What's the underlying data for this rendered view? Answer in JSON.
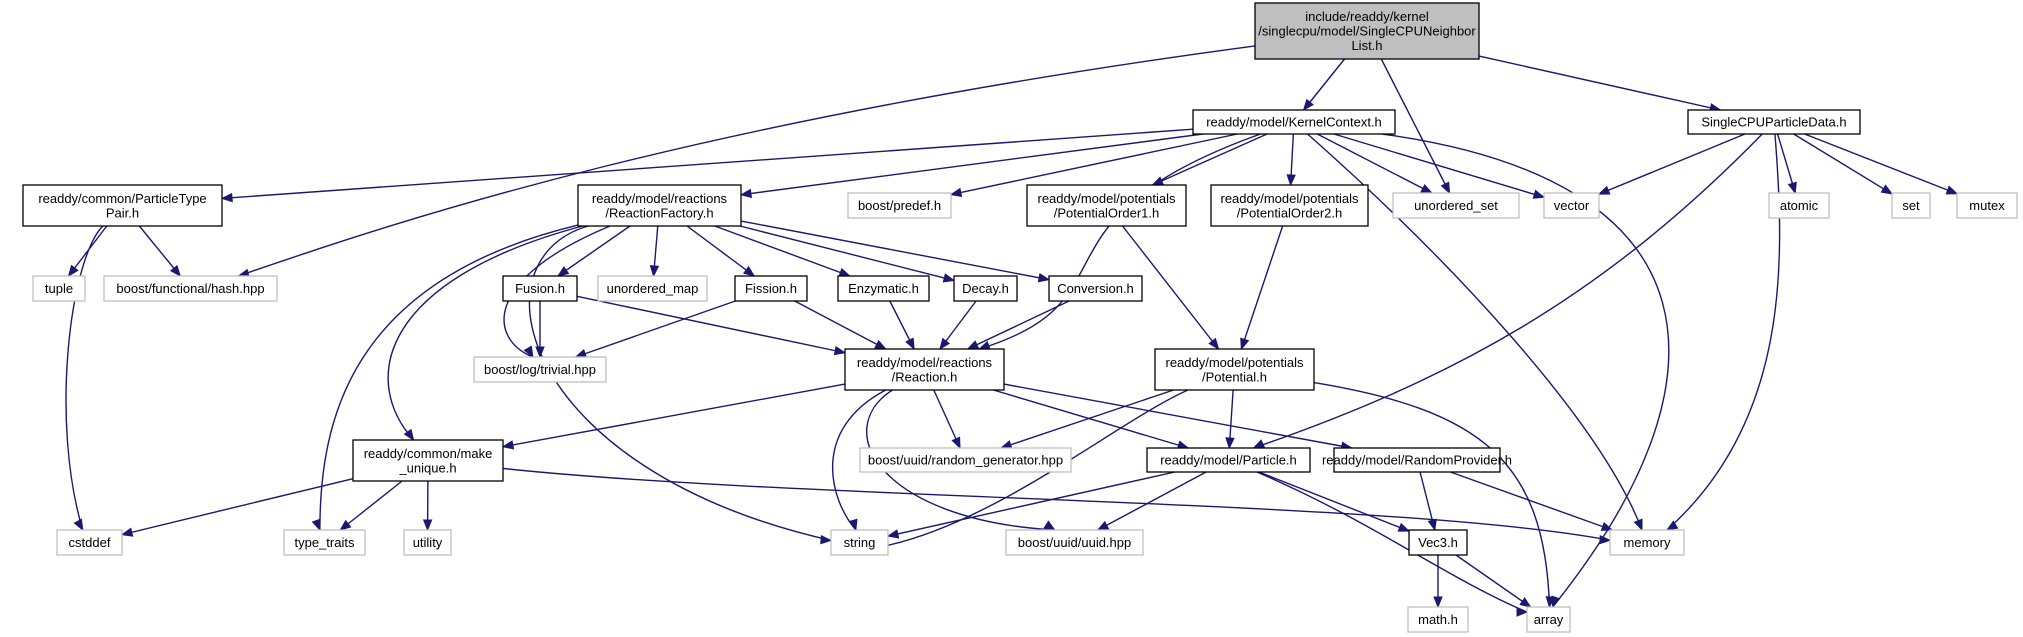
{
  "diagram": {
    "nodes": {
      "root": {
        "lines": [
          "include/readdy/kernel",
          "/singlecpu/model/SingleCPUNeighbor",
          "List.h"
        ],
        "kind": "main"
      },
      "kctx": {
        "lines": [
          "readdy/model/KernelContext.h"
        ],
        "kind": "doc"
      },
      "spd": {
        "lines": [
          "SingleCPUParticleData.h"
        ],
        "kind": "doc"
      },
      "ptp": {
        "lines": [
          "readdy/common/ParticleType",
          "Pair.h"
        ],
        "kind": "doc"
      },
      "rf": {
        "lines": [
          "readdy/model/reactions",
          "/ReactionFactory.h"
        ],
        "kind": "doc"
      },
      "predef": {
        "lines": [
          "boost/predef.h"
        ],
        "kind": "ext"
      },
      "po1": {
        "lines": [
          "readdy/model/potentials",
          "/PotentialOrder1.h"
        ],
        "kind": "doc"
      },
      "po2": {
        "lines": [
          "readdy/model/potentials",
          "/PotentialOrder2.h"
        ],
        "kind": "doc"
      },
      "uset": {
        "lines": [
          "unordered_set"
        ],
        "kind": "ext"
      },
      "vector": {
        "lines": [
          "vector"
        ],
        "kind": "ext"
      },
      "atomic": {
        "lines": [
          "atomic"
        ],
        "kind": "ext"
      },
      "set": {
        "lines": [
          "set"
        ],
        "kind": "ext"
      },
      "mutex": {
        "lines": [
          "mutex"
        ],
        "kind": "ext"
      },
      "tuple": {
        "lines": [
          "tuple"
        ],
        "kind": "ext"
      },
      "fhash": {
        "lines": [
          "boost/functional/hash.hpp"
        ],
        "kind": "ext"
      },
      "fusion": {
        "lines": [
          "Fusion.h"
        ],
        "kind": "doc"
      },
      "umap": {
        "lines": [
          "unordered_map"
        ],
        "kind": "ext"
      },
      "fission": {
        "lines": [
          "Fission.h"
        ],
        "kind": "doc"
      },
      "enzymatic": {
        "lines": [
          "Enzymatic.h"
        ],
        "kind": "doc"
      },
      "decay": {
        "lines": [
          "Decay.h"
        ],
        "kind": "doc"
      },
      "conversion": {
        "lines": [
          "Conversion.h"
        ],
        "kind": "doc"
      },
      "logtrivial": {
        "lines": [
          "boost/log/trivial.hpp"
        ],
        "kind": "ext"
      },
      "reaction": {
        "lines": [
          "readdy/model/reactions",
          "/Reaction.h"
        ],
        "kind": "doc"
      },
      "potential": {
        "lines": [
          "readdy/model/potentials",
          "/Potential.h"
        ],
        "kind": "doc"
      },
      "makeunique": {
        "lines": [
          "readdy/common/make",
          "_unique.h"
        ],
        "kind": "doc"
      },
      "randgen": {
        "lines": [
          "boost/uuid/random_generator.hpp"
        ],
        "kind": "ext"
      },
      "particle": {
        "lines": [
          "readdy/model/Particle.h"
        ],
        "kind": "doc"
      },
      "randprov": {
        "lines": [
          "readdy/model/RandomProvider.h"
        ],
        "kind": "doc"
      },
      "cstddef": {
        "lines": [
          "cstddef"
        ],
        "kind": "ext"
      },
      "typetraits": {
        "lines": [
          "type_traits"
        ],
        "kind": "ext"
      },
      "utility": {
        "lines": [
          "utility"
        ],
        "kind": "ext"
      },
      "string": {
        "lines": [
          "string"
        ],
        "kind": "ext"
      },
      "uuid": {
        "lines": [
          "boost/uuid/uuid.hpp"
        ],
        "kind": "ext"
      },
      "memory": {
        "lines": [
          "memory"
        ],
        "kind": "ext"
      },
      "vec3": {
        "lines": [
          "Vec3.h"
        ],
        "kind": "doc"
      },
      "mathh": {
        "lines": [
          "math.h"
        ],
        "kind": "ext"
      },
      "array": {
        "lines": [
          "array"
        ],
        "kind": "ext"
      }
    },
    "edges": [
      [
        "root",
        "kctx"
      ],
      [
        "root",
        "spd"
      ],
      [
        "root",
        "fhash"
      ],
      [
        "root",
        "uset"
      ],
      [
        "kctx",
        "ptp"
      ],
      [
        "kctx",
        "rf"
      ],
      [
        "kctx",
        "predef"
      ],
      [
        "kctx",
        "po1"
      ],
      [
        "kctx",
        "po2"
      ],
      [
        "kctx",
        "uset"
      ],
      [
        "kctx",
        "vector"
      ],
      [
        "kctx",
        "memory"
      ],
      [
        "kctx",
        "array"
      ],
      [
        "kctx",
        "reaction"
      ],
      [
        "spd",
        "vector"
      ],
      [
        "spd",
        "atomic"
      ],
      [
        "spd",
        "set"
      ],
      [
        "spd",
        "mutex"
      ],
      [
        "spd",
        "particle"
      ],
      [
        "spd",
        "memory"
      ],
      [
        "ptp",
        "tuple"
      ],
      [
        "ptp",
        "fhash"
      ],
      [
        "ptp",
        "cstddef"
      ],
      [
        "rf",
        "fusion"
      ],
      [
        "rf",
        "umap"
      ],
      [
        "rf",
        "fission"
      ],
      [
        "rf",
        "enzymatic"
      ],
      [
        "rf",
        "decay"
      ],
      [
        "rf",
        "conversion"
      ],
      [
        "rf",
        "logtrivial"
      ],
      [
        "rf",
        "makeunique"
      ],
      [
        "rf",
        "typetraits"
      ],
      [
        "rf",
        "string"
      ],
      [
        "fusion",
        "logtrivial"
      ],
      [
        "fusion",
        "reaction"
      ],
      [
        "fission",
        "logtrivial"
      ],
      [
        "fission",
        "reaction"
      ],
      [
        "enzymatic",
        "reaction"
      ],
      [
        "decay",
        "reaction"
      ],
      [
        "conversion",
        "reaction"
      ],
      [
        "po1",
        "potential"
      ],
      [
        "po2",
        "potential"
      ],
      [
        "reaction",
        "makeunique"
      ],
      [
        "reaction",
        "randgen"
      ],
      [
        "reaction",
        "particle"
      ],
      [
        "reaction",
        "randprov"
      ],
      [
        "reaction",
        "string"
      ],
      [
        "reaction",
        "uuid"
      ],
      [
        "potential",
        "randgen"
      ],
      [
        "potential",
        "particle"
      ],
      [
        "potential",
        "string"
      ],
      [
        "potential",
        "array"
      ],
      [
        "makeunique",
        "cstddef"
      ],
      [
        "makeunique",
        "typetraits"
      ],
      [
        "makeunique",
        "utility"
      ],
      [
        "makeunique",
        "memory"
      ],
      [
        "particle",
        "string"
      ],
      [
        "particle",
        "uuid"
      ],
      [
        "particle",
        "vec3"
      ],
      [
        "particle",
        "array"
      ],
      [
        "randprov",
        "vec3"
      ],
      [
        "randprov",
        "memory"
      ],
      [
        "vec3",
        "mathh"
      ],
      [
        "vec3",
        "array"
      ]
    ]
  }
}
